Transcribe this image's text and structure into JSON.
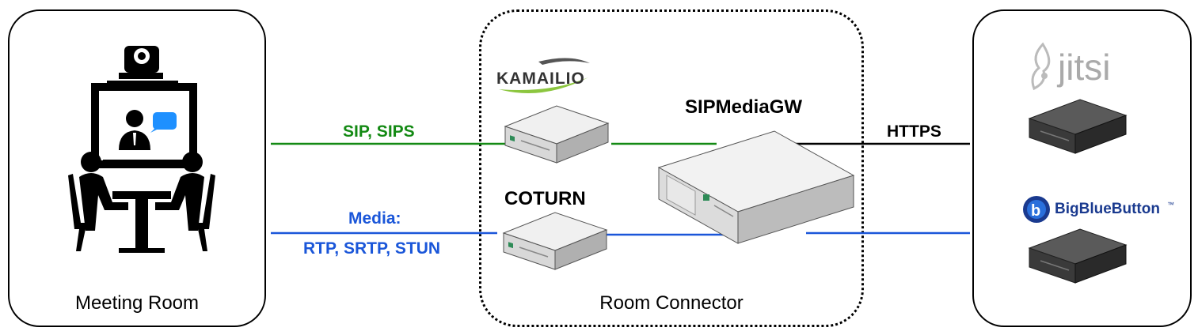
{
  "panels": {
    "meeting_room": "Meeting Room",
    "room_connector": "Room Connector"
  },
  "links": {
    "sip": "SIP, SIPS",
    "media_line1": "Media:",
    "media_line2": "RTP, SRTP, STUN",
    "https": "HTTPS"
  },
  "nodes": {
    "kamailio_logo_text": "KAMAILIO",
    "coturn": "COTURN",
    "sipmediagw": "SIPMediaGW",
    "jitsi_logo_text": "jitsi",
    "bbb_logo_text": "BigBlueButton",
    "bbb_tm": "™"
  },
  "colors": {
    "sip_green": "#148a14",
    "media_blue": "#1a56d9",
    "https_black": "#000000"
  },
  "icons": {
    "meeting": "meeting-room-icon",
    "server": "server-icon",
    "kamailio": "kamailio-logo",
    "jitsi": "jitsi-logo",
    "bbb": "bigbluebutton-logo"
  }
}
